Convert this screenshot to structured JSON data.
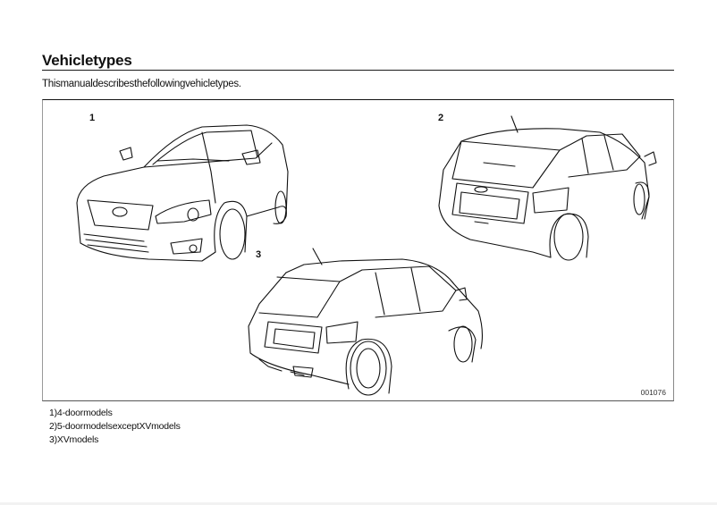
{
  "heading": "Vehicletypes",
  "intro": "Thismanualdescribesthefollowingvehicletypes.",
  "figure": {
    "code": "001076",
    "callouts": [
      {
        "label": "1",
        "subject": "4-door sedan, front three-quarter view"
      },
      {
        "label": "2",
        "subject": "5-door hatchback, rear three-quarter view"
      },
      {
        "label": "3",
        "subject": "XV crossover, rear three-quarter view"
      }
    ]
  },
  "captions": [
    "1)4-doormodels",
    "2)5-doormodelsexceptXVmodels",
    "3)XVmodels"
  ]
}
